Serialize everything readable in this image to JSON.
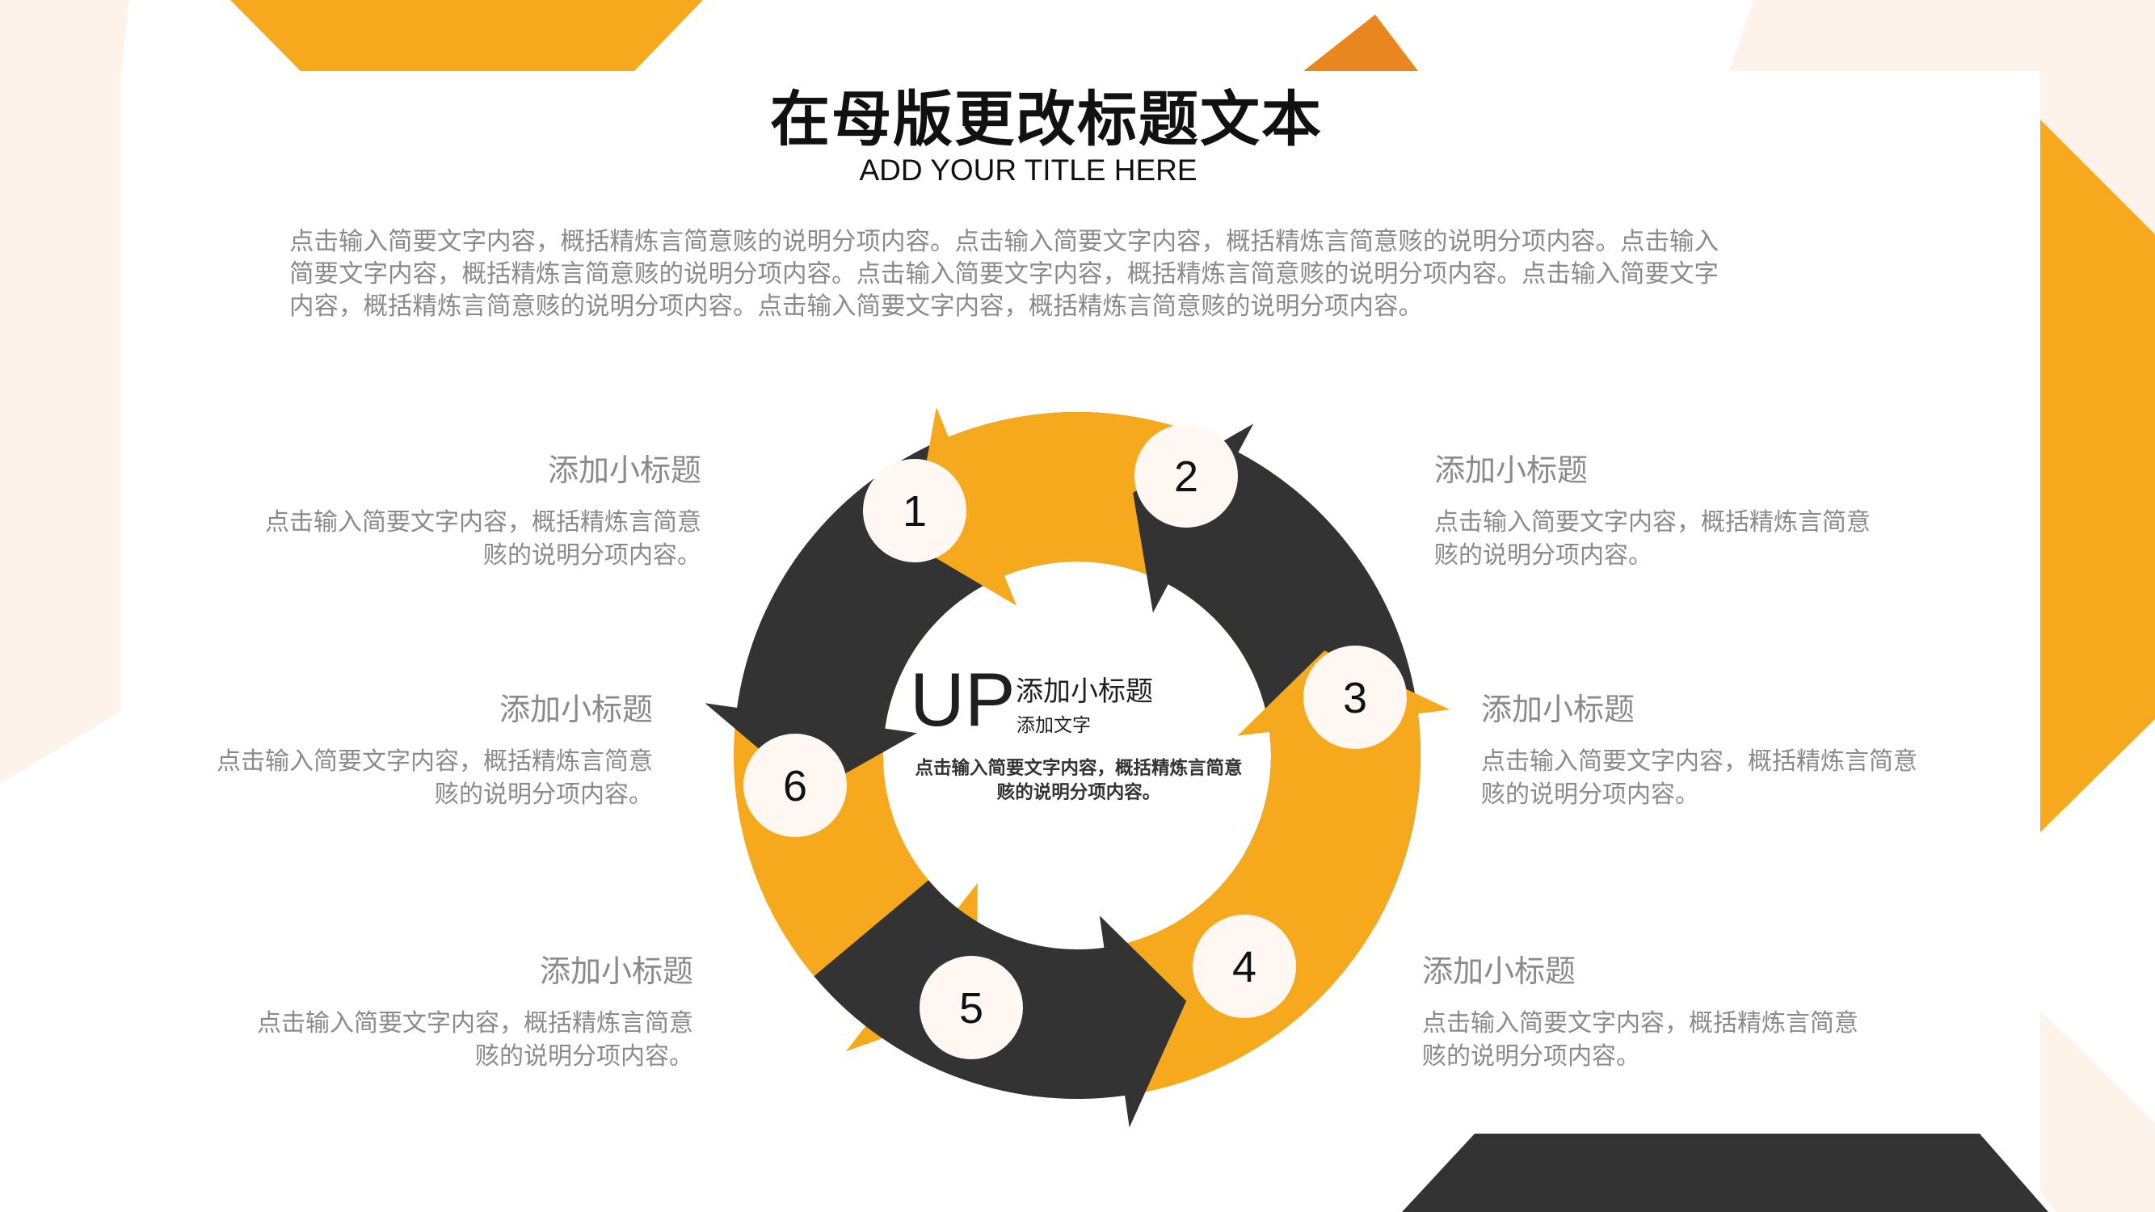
{
  "title": "在母版更改标题文本",
  "subtitle": "ADD YOUR TITLE HERE",
  "intro": "点击输入简要文字内容，概括精炼言简意赅的说明分项内容。点击输入简要文字内容，概括精炼言简意赅的说明分项内容。点击输入\n简要文字内容，概括精炼言简意赅的说明分项内容。点击输入简要文字内容，概括精炼言简意赅的说明分项内容。点击输入简要文字\n内容，概括精炼言简意赅的说明分项内容。点击输入简要文字内容，概括精炼言简意赅的说明分项内容。",
  "colors": {
    "accent": "#F6A91C",
    "dark": "#333333",
    "accent_orange": "#E8871E",
    "cream": "#FDF3EA"
  },
  "cycle": {
    "center": {
      "big": "UP",
      "heading": "添加小标题",
      "sub": "添加文字",
      "desc": "点击输入简要文字内容，概括精炼言简意\n赅的说明分项内容。"
    },
    "steps": [
      "1",
      "2",
      "3",
      "4",
      "5",
      "6"
    ]
  },
  "items": [
    {
      "heading": "添加小标题",
      "desc": "点击输入简要文字内容，概括精炼言简意\n赅的说明分项内容。"
    },
    {
      "heading": "添加小标题",
      "desc": "点击输入简要文字内容，概括精炼言简意\n赅的说明分项内容。"
    },
    {
      "heading": "添加小标题",
      "desc": "点击输入简要文字内容，概括精炼言简意\n赅的说明分项内容。"
    },
    {
      "heading": "添加小标题",
      "desc": "点击输入简要文字内容，概括精炼言简意\n赅的说明分项内容。"
    },
    {
      "heading": "添加小标题",
      "desc": "点击输入简要文字内容，概括精炼言简意\n赅的说明分项内容。"
    },
    {
      "heading": "添加小标题",
      "desc": "点击输入简要文字内容，概括精炼言简意\n赅的说明分项内容。"
    }
  ]
}
